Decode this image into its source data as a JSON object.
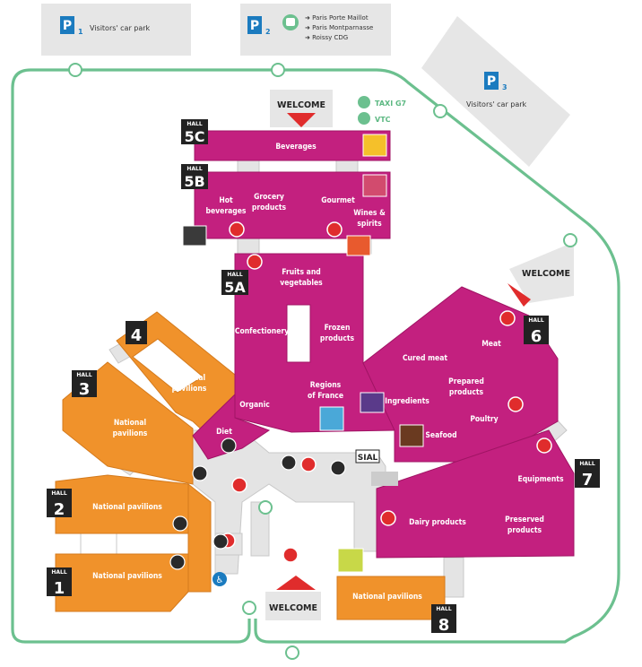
{
  "parkings": [
    {
      "badge": "P",
      "num": "1",
      "label": "Visitors' car park"
    },
    {
      "badge": "P",
      "num": "2",
      "routes": [
        "➜ Paris Porte Maillot",
        "➜ Paris Montparnasse",
        "➜ Roissy CDG"
      ]
    },
    {
      "badge": "P",
      "num": "3",
      "label": "Visitors' car park"
    }
  ],
  "transport": {
    "taxi": "TAXI G7",
    "vtc": "VTC"
  },
  "welcome": [
    "WELCOME",
    "WELCOME",
    "WELCOME"
  ],
  "hall_caption": "HALL",
  "halls": [
    "5C",
    "5B",
    "5A",
    "4",
    "3",
    "2",
    "1",
    "6",
    "7",
    "8"
  ],
  "zones": {
    "beverages": "Beverages",
    "hot_bev": [
      "Hot",
      "beverages"
    ],
    "grocery": [
      "Grocery",
      "products"
    ],
    "gourmet": "Gourmet",
    "wines": [
      "Wines &",
      "spirits"
    ],
    "fruits": [
      "Fruits and",
      "vegetables"
    ],
    "confectionery": "Confectionery",
    "frozen": [
      "Frozen",
      "products"
    ],
    "organic": "Organic",
    "regions": [
      "Regions",
      "of France"
    ],
    "diet": "Diet",
    "ingredients": "Ingredients",
    "seafood": "Seafood",
    "cured": "Cured meat",
    "meat": "Meat",
    "prepared": [
      "Prepared",
      "products"
    ],
    "poultry": "Poultry",
    "equipments": "Equipments",
    "dairy": "Dairy products",
    "preserved": [
      "Preserved",
      "products"
    ],
    "nat4": [
      "National",
      "pavilions"
    ],
    "nat3": [
      "National",
      "pavilions"
    ],
    "nat2": "National pavilions",
    "nat1": "National pavilions",
    "nat8": "National pavilions"
  },
  "logos": {
    "sial": "SIAL"
  },
  "colors": {
    "magenta": "#c3207f",
    "orange": "#f0922b",
    "route": "#6cc08f",
    "gray": "#e4e4e4",
    "blue": "#1b7bbf",
    "dark": "#222222"
  }
}
